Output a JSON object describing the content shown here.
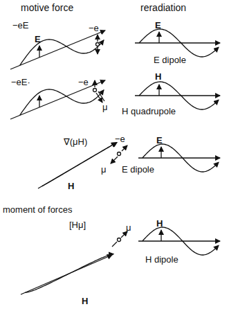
{
  "diagram": {
    "labels": [
      "motive force",
      "reradiation",
      "−eE",
      "E",
      "−e",
      "E",
      "E dipole",
      "−eE·",
      "−e",
      "H",
      "μ",
      "H quadrupole",
      "∇(μH)",
      "−e",
      "μ",
      "E",
      "E dipole",
      "H",
      "moment of forces",
      "[Hμ]",
      "H",
      "μ",
      "H dipole",
      "H"
    ]
  }
}
